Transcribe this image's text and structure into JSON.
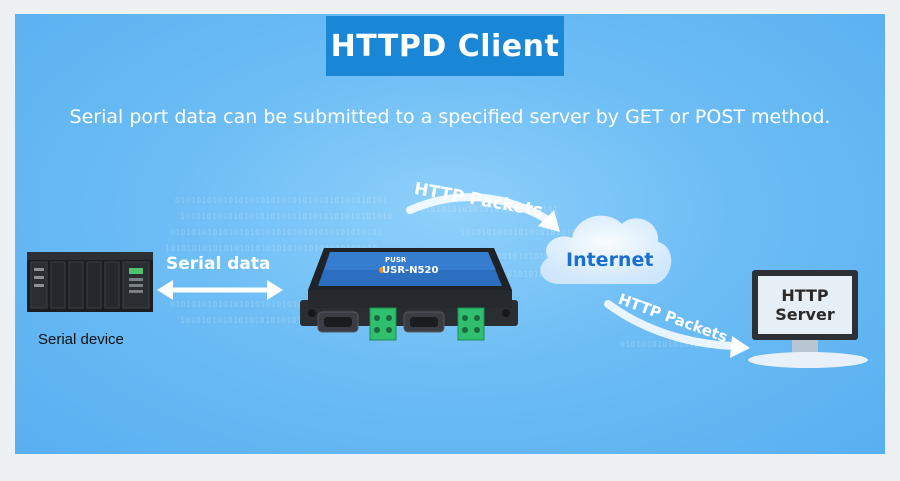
{
  "title": "HTTPD Client",
  "subtitle": "Serial port data can be submitted to a specified server by GET or POST method.",
  "serial_device_label": "Serial device",
  "serial_data_label": "Serial data",
  "http_packets_top": "HTTP Packets",
  "http_packets_bottom": "HTTP Packets",
  "internet_label": "Internet",
  "server_label_line1": "HTTP",
  "server_label_line2": "Server",
  "device": {
    "brand": "PUSR",
    "model": "USR-N520"
  },
  "colors": {
    "title_bg": "#1a86d6",
    "background": "#6dbdf5",
    "internet_text": "#1a6fd0",
    "server_text": "#2a2a2a",
    "terminal_green": "#2fbf6f"
  }
}
